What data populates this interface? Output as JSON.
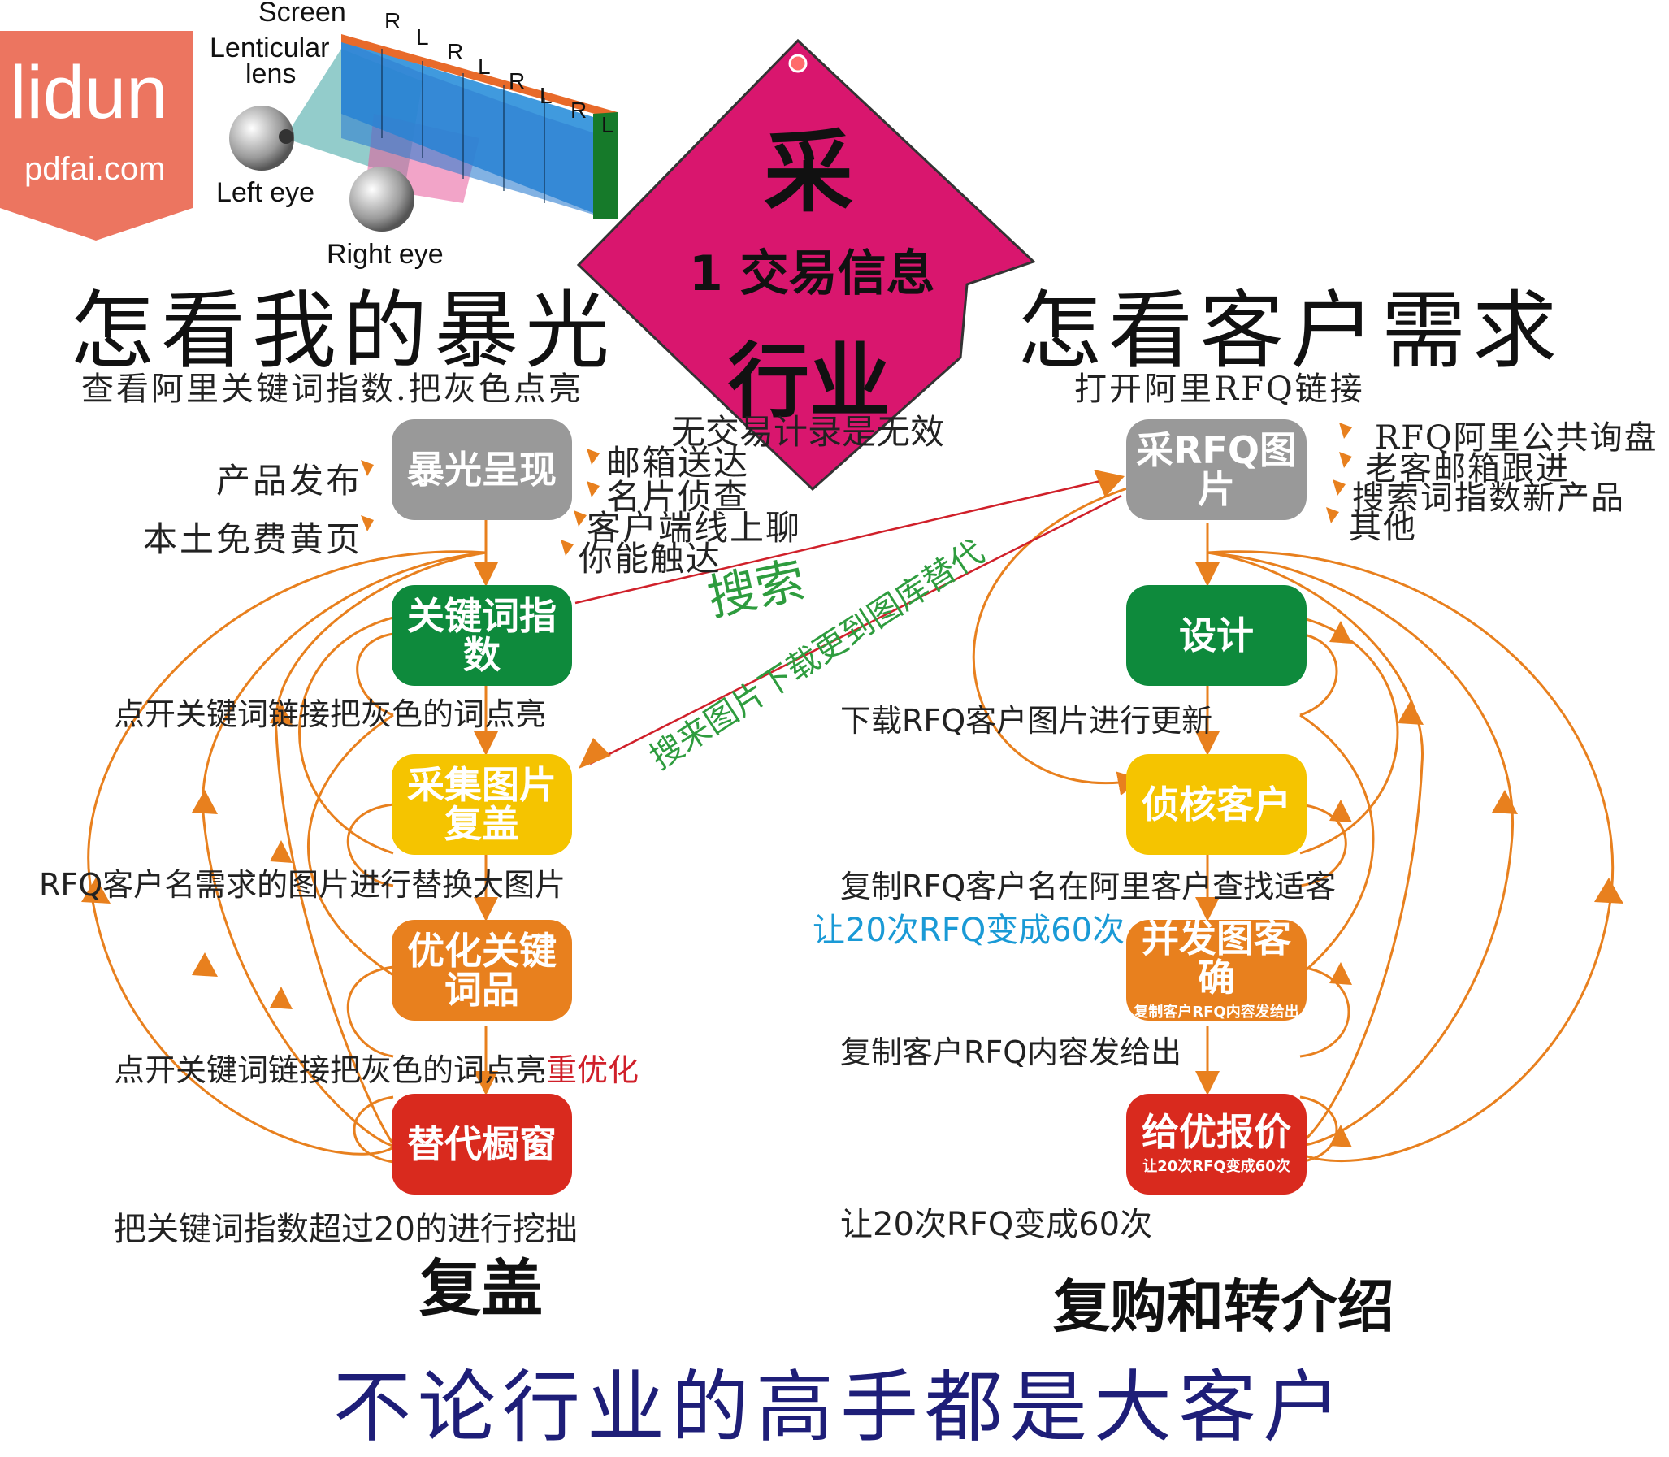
{
  "logo": {
    "name": "lidun",
    "site": "pdfai.com"
  },
  "lens_diagram": {
    "screen": "Screen",
    "lenticular": "Lenticular",
    "lens": "lens",
    "left_eye": "Left eye",
    "right_eye": "Right eye",
    "rl_labels": [
      "R",
      "L",
      "R",
      "L",
      "R",
      "L",
      "R",
      "L"
    ]
  },
  "diamond": {
    "top": "采",
    "middle": "1 交易信息",
    "bottom": "行业",
    "note": "无交易计录是无效"
  },
  "left": {
    "title": "怎看我的暴光",
    "subtitle": "查看阿里关键词指数.把灰色点亮",
    "side_left": [
      "产品发布",
      "本土免费黄页"
    ],
    "side_right": [
      "邮箱送达",
      "名片侦查",
      "客户端线上聊",
      "你能触达"
    ],
    "nodes": [
      "暴光呈现",
      "关键词指数",
      "采集图片复盖",
      "优化关键词品",
      "替代橱窗"
    ],
    "captions": [
      "点开关键词链接把灰色的词点亮",
      "RFQ客户名需求的图片进行替换大图片",
      "点开关键词链接把灰色的词点亮",
      "把关键词指数超过20的进行挖拙"
    ],
    "reopt": "重优化",
    "footer": "复盖"
  },
  "right": {
    "title": "怎看客户需求",
    "subtitle": "打开阿里RFQ链接",
    "side_right": [
      "RFQ阿里公共询盘",
      "老客邮箱跟进",
      "搜索词指数新产品",
      "其他"
    ],
    "nodes": [
      {
        "main": "采RFQ图片",
        "sub": ""
      },
      {
        "main": "设计",
        "sub": ""
      },
      {
        "main": "侦核客户",
        "sub": ""
      },
      {
        "main": "并发图客确",
        "sub": "复制客户RFQ内容发给出"
      },
      {
        "main": "给优报价",
        "sub": "让20次RFQ变成60次"
      }
    ],
    "captions": [
      "下载RFQ客户图片进行更新",
      "复制RFQ客户名在阿里客户查找适客",
      "复制客户RFQ内容发给出",
      "让20次RFQ变成60次"
    ],
    "blue_note": "让20次RFQ变成60次",
    "footer": "复购和转介绍"
  },
  "middle": {
    "search": "搜索",
    "replace": "搜来图片下载更到图库替代"
  },
  "bottom_banner": "不论行业的高手都是大客户",
  "colors": {
    "gray": "#999999",
    "green": "#0e8a3c",
    "yellow": "#f5c400",
    "orange": "#e8801e",
    "red": "#d92a1e",
    "magenta": "#d9166e",
    "logo": "#ec7560",
    "arrow": "#e8801e",
    "red_line": "#d0202a",
    "green_text": "#2e9c3e",
    "blue_text": "#1a9ad6",
    "banner": "#1e1e78"
  }
}
